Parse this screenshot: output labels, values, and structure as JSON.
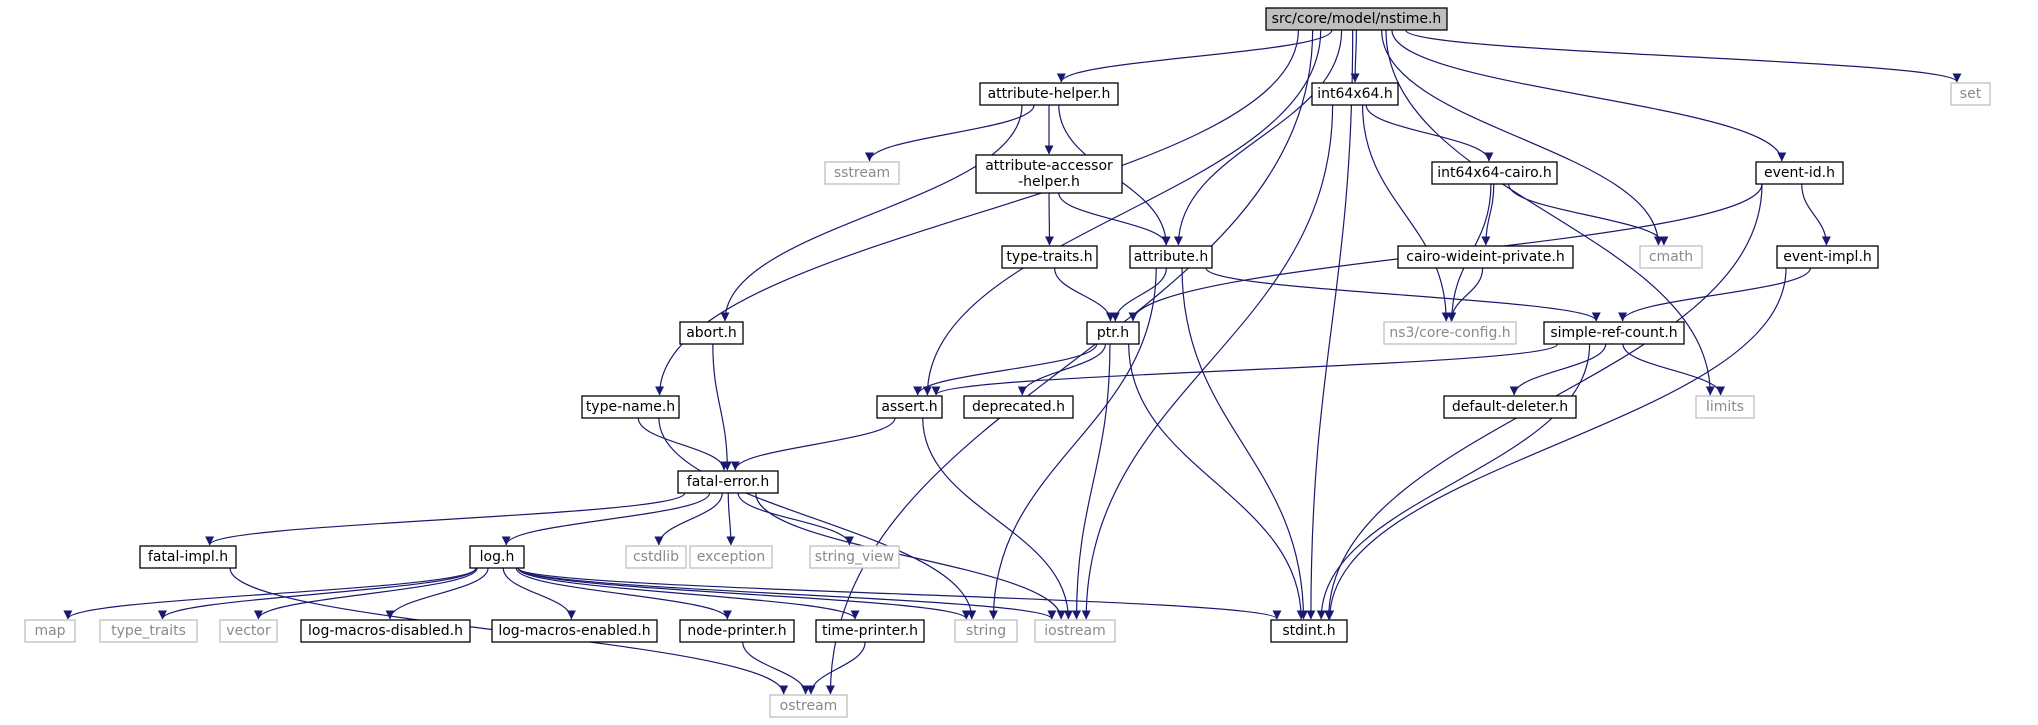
{
  "diagram": {
    "colors": {
      "edge": "#191970",
      "root_fill": "#bfbfbf",
      "node_border": "#000000",
      "external_border": "#bfbfbf",
      "external_text": "#8a8a8a"
    },
    "nodes": [
      {
        "id": "nstime",
        "label": "src/core/model/nstime.h",
        "kind": "root"
      },
      {
        "id": "attribute_helper",
        "label": "attribute-helper.h",
        "kind": "file"
      },
      {
        "id": "int64x64",
        "label": "int64x64.h",
        "kind": "file"
      },
      {
        "id": "set",
        "label": "set",
        "kind": "external"
      },
      {
        "id": "sstream",
        "label": "sstream",
        "kind": "external"
      },
      {
        "id": "attribute_accessor_helper",
        "label": [
          "attribute-accessor",
          "-helper.h"
        ],
        "kind": "file"
      },
      {
        "id": "int64x64_cairo",
        "label": "int64x64-cairo.h",
        "kind": "file"
      },
      {
        "id": "event_id",
        "label": "event-id.h",
        "kind": "file"
      },
      {
        "id": "type_traits_h",
        "label": "type-traits.h",
        "kind": "file"
      },
      {
        "id": "attribute",
        "label": "attribute.h",
        "kind": "file"
      },
      {
        "id": "cairo_wideint",
        "label": "cairo-wideint-private.h",
        "kind": "file"
      },
      {
        "id": "cmath",
        "label": "cmath",
        "kind": "external"
      },
      {
        "id": "event_impl",
        "label": "event-impl.h",
        "kind": "file"
      },
      {
        "id": "abort",
        "label": "abort.h",
        "kind": "file"
      },
      {
        "id": "ptr",
        "label": "ptr.h",
        "kind": "file"
      },
      {
        "id": "core_config",
        "label": "ns3/core-config.h",
        "kind": "external"
      },
      {
        "id": "simple_ref_count",
        "label": "simple-ref-count.h",
        "kind": "file"
      },
      {
        "id": "type_name",
        "label": "type-name.h",
        "kind": "file"
      },
      {
        "id": "assert",
        "label": "assert.h",
        "kind": "file"
      },
      {
        "id": "deprecated",
        "label": "deprecated.h",
        "kind": "file"
      },
      {
        "id": "default_deleter",
        "label": "default-deleter.h",
        "kind": "file"
      },
      {
        "id": "limits",
        "label": "limits",
        "kind": "external"
      },
      {
        "id": "fatal_error",
        "label": "fatal-error.h",
        "kind": "file"
      },
      {
        "id": "fatal_impl",
        "label": "fatal-impl.h",
        "kind": "file"
      },
      {
        "id": "log",
        "label": "log.h",
        "kind": "file"
      },
      {
        "id": "cstdlib",
        "label": "cstdlib",
        "kind": "external"
      },
      {
        "id": "exception",
        "label": "exception",
        "kind": "external"
      },
      {
        "id": "string_view",
        "label": "string_view",
        "kind": "external"
      },
      {
        "id": "map",
        "label": "map",
        "kind": "external"
      },
      {
        "id": "type_traits",
        "label": "type_traits",
        "kind": "external"
      },
      {
        "id": "vector",
        "label": "vector",
        "kind": "external"
      },
      {
        "id": "log_macros_disabled",
        "label": "log-macros-disabled.h",
        "kind": "file"
      },
      {
        "id": "log_macros_enabled",
        "label": "log-macros-enabled.h",
        "kind": "file"
      },
      {
        "id": "node_printer",
        "label": "node-printer.h",
        "kind": "file"
      },
      {
        "id": "time_printer",
        "label": "time-printer.h",
        "kind": "file"
      },
      {
        "id": "string",
        "label": "string",
        "kind": "external"
      },
      {
        "id": "iostream",
        "label": "iostream",
        "kind": "external"
      },
      {
        "id": "stdint",
        "label": "stdint.h",
        "kind": "file"
      },
      {
        "id": "ostream",
        "label": "ostream",
        "kind": "external"
      }
    ],
    "edges": [
      [
        "nstime",
        "attribute_helper"
      ],
      [
        "nstime",
        "int64x64"
      ],
      [
        "nstime",
        "set"
      ],
      [
        "nstime",
        "type_name"
      ],
      [
        "nstime",
        "assert"
      ],
      [
        "nstime",
        "attribute"
      ],
      [
        "nstime",
        "stdint"
      ],
      [
        "nstime",
        "cmath"
      ],
      [
        "nstime",
        "event_id"
      ],
      [
        "nstime",
        "limits"
      ],
      [
        "nstime",
        "ostream"
      ],
      [
        "attribute_helper",
        "sstream"
      ],
      [
        "attribute_helper",
        "attribute_accessor_helper"
      ],
      [
        "attribute_helper",
        "attribute"
      ],
      [
        "attribute_helper",
        "abort"
      ],
      [
        "attribute_accessor_helper",
        "type_traits_h"
      ],
      [
        "attribute_accessor_helper",
        "attribute"
      ],
      [
        "type_traits_h",
        "ptr"
      ],
      [
        "int64x64",
        "int64x64_cairo"
      ],
      [
        "int64x64",
        "core_config"
      ],
      [
        "int64x64",
        "iostream"
      ],
      [
        "int64x64_cairo",
        "cairo_wideint"
      ],
      [
        "int64x64_cairo",
        "cmath"
      ],
      [
        "int64x64_cairo",
        "core_config"
      ],
      [
        "cairo_wideint",
        "core_config"
      ],
      [
        "event_id",
        "event_impl"
      ],
      [
        "event_id",
        "ptr"
      ],
      [
        "event_id",
        "stdint"
      ],
      [
        "event_impl",
        "simple_ref_count"
      ],
      [
        "event_impl",
        "stdint"
      ],
      [
        "attribute",
        "ptr"
      ],
      [
        "attribute",
        "simple_ref_count"
      ],
      [
        "attribute",
        "string"
      ],
      [
        "attribute",
        "stdint"
      ],
      [
        "ptr",
        "assert"
      ],
      [
        "ptr",
        "deprecated"
      ],
      [
        "ptr",
        "iostream"
      ],
      [
        "ptr",
        "stdint"
      ],
      [
        "simple_ref_count",
        "assert"
      ],
      [
        "simple_ref_count",
        "default_deleter"
      ],
      [
        "simple_ref_count",
        "limits"
      ],
      [
        "simple_ref_count",
        "stdint"
      ],
      [
        "abort",
        "fatal_error"
      ],
      [
        "type_name",
        "fatal_error"
      ],
      [
        "type_name",
        "string"
      ],
      [
        "assert",
        "fatal_error"
      ],
      [
        "assert",
        "iostream"
      ],
      [
        "fatal_error",
        "fatal_impl"
      ],
      [
        "fatal_error",
        "log"
      ],
      [
        "fatal_error",
        "cstdlib"
      ],
      [
        "fatal_error",
        "exception"
      ],
      [
        "fatal_error",
        "string_view"
      ],
      [
        "fatal_error",
        "iostream"
      ],
      [
        "fatal_impl",
        "ostream"
      ],
      [
        "log",
        "map"
      ],
      [
        "log",
        "type_traits"
      ],
      [
        "log",
        "vector"
      ],
      [
        "log",
        "log_macros_disabled"
      ],
      [
        "log",
        "log_macros_enabled"
      ],
      [
        "log",
        "node_printer"
      ],
      [
        "log",
        "time_printer"
      ],
      [
        "log",
        "string"
      ],
      [
        "log",
        "iostream"
      ],
      [
        "log",
        "stdint"
      ],
      [
        "node_printer",
        "ostream"
      ],
      [
        "time_printer",
        "ostream"
      ]
    ]
  }
}
